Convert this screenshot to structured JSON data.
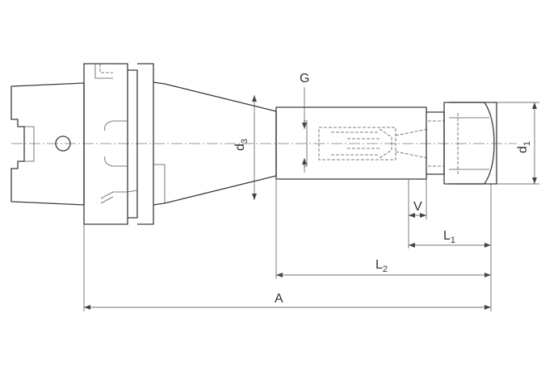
{
  "labels": {
    "G": "G",
    "d3": {
      "main": "d",
      "sub": "3"
    },
    "d1": {
      "main": "d",
      "sub": "1"
    },
    "V": "V",
    "L1": {
      "main": "L",
      "sub": "1"
    },
    "L2": {
      "main": "L",
      "sub": "2"
    },
    "A": "A"
  },
  "colors": {
    "line": "#3a3a3a",
    "background": "#ffffff"
  }
}
